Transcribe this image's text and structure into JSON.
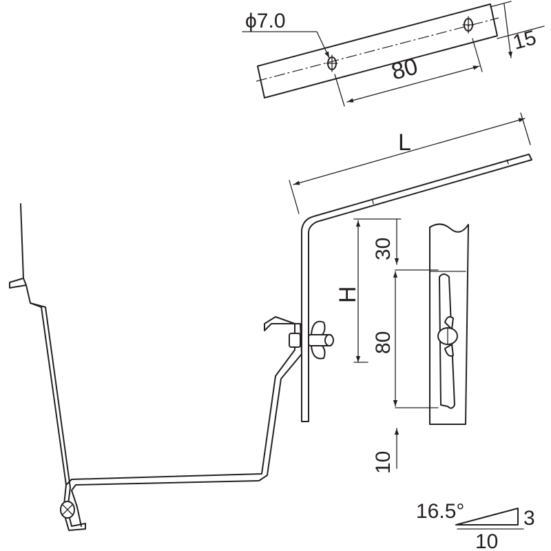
{
  "diagram": {
    "dimensions": {
      "hole_diameter": "ϕ7.0",
      "hole_spacing": "80",
      "bar_width": "15",
      "length": "L",
      "height": "H",
      "top_offset": "30",
      "slot_length": "80",
      "bottom_offset": "10"
    },
    "slope": {
      "angle": "16.5°",
      "rise": "3",
      "run": "10"
    }
  }
}
